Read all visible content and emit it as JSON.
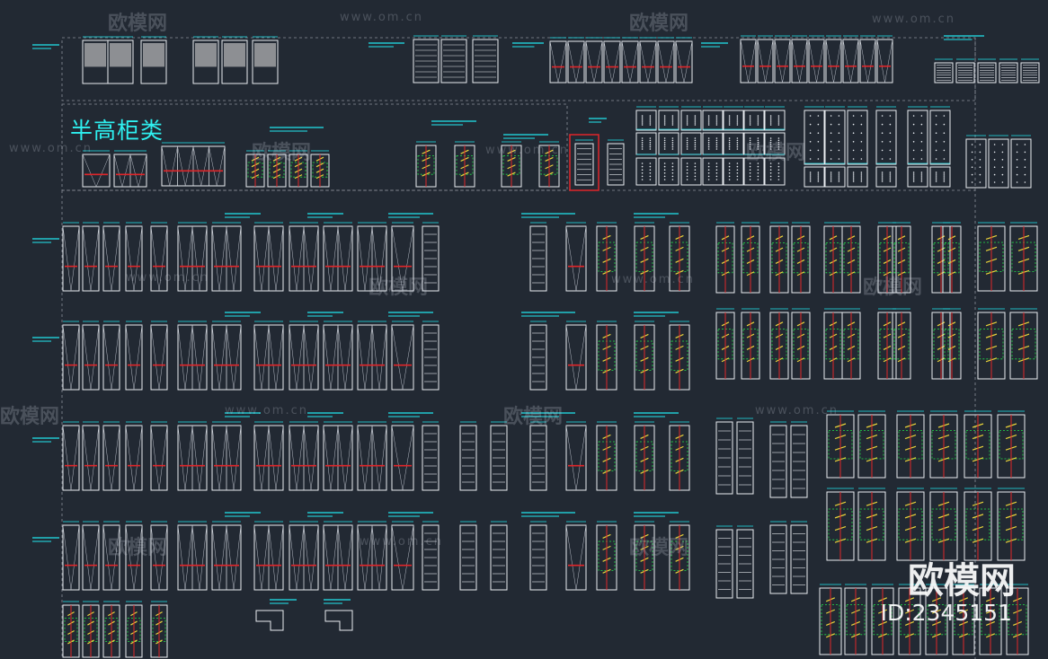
{
  "drawing": {
    "section_title": "半高柜类",
    "background": "#222933",
    "colors": {
      "outline": "#e9edf2",
      "dimension": "#21e6ef",
      "accent_red": "#e0262a",
      "accent_green": "#22e04a",
      "accent_yellow": "#e8d23a",
      "frame": "#8a8f99"
    }
  },
  "watermarks": {
    "logo_text": "欧模网",
    "url_text": "www.om.cn",
    "brand_text": "欧模网",
    "id_text": "ID:2345151"
  }
}
